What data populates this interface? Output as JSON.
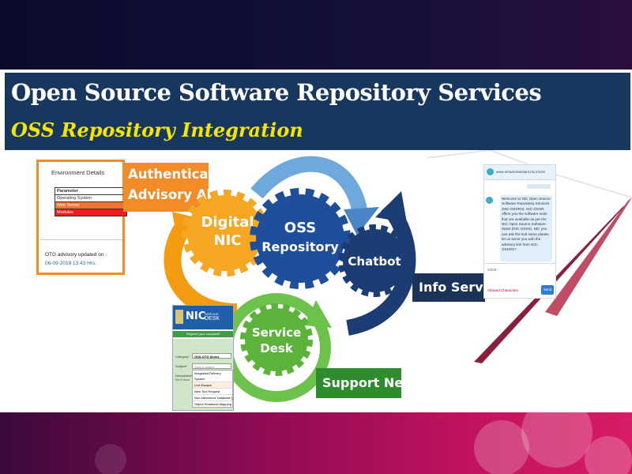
{
  "slide": {
    "title": "Open Source Software Repository Services",
    "subtitle": "OSS Repository Integration"
  },
  "labels": {
    "authentication": "Authentication",
    "advisory_alerts": "Advisory Alerts",
    "info_services": "Info Services",
    "support_needs": "Support Needs"
  },
  "gears": {
    "digital_nic_line1": "Digital",
    "digital_nic_line2": "NIC",
    "oss_repo_line1": "OSS",
    "oss_repo_line2": "Repository",
    "chatbot": "Chatbot",
    "service_desk_line1": "Service",
    "service_desk_line2": "Desk"
  },
  "env_card": {
    "heading": "Environment Details",
    "table_header": "Parameter",
    "rows": [
      "Operating System",
      "Web Server",
      "Modules"
    ],
    "advisory_label": "OTG advisory updated on :",
    "advisory_date": "06-09-2019 13:43 Hrs."
  },
  "chat_card": {
    "header": "www.virtual-assistant.nic.in/oss",
    "message": "Welcome to NIC Open Source Software Repository Services (NIC-OSSRS). NIC-OSSR offers you the software tools that are available as per the NIC Open Source Software Stack (NIC-OSSS). NIC you can ask the tool name please let us serve you with the advisory link from NIC-OSSRS?",
    "input_hint": "0/200",
    "allowed": "Allowed Characters",
    "send": "Send"
  },
  "desk_card": {
    "brand_big": "NIC",
    "brand_small1": "SERVICE",
    "brand_small2": "DESK",
    "bar": "Register your complaint",
    "field1_label": "Category*",
    "field1_value": "OSS-OTG Series",
    "field2_label": "Subject*",
    "field2_value": "Type & search",
    "options": [
      "Integrated Delivery System",
      "Live Escape",
      "New Tool Request",
      "Non Adherence Database (Mig Data)",
      "Object Relational Mapping"
    ],
    "field3_label": "Description*",
    "field3_sub": "Min 5 chars"
  },
  "colors": {
    "banner": "#17375e",
    "subtitle": "#f7e400",
    "orange": "#f28c28",
    "gear_orange": "#f5a623",
    "gear_blue": "#1f4e9b",
    "gear_navy": "#1c3d73",
    "green": "#6cc24a",
    "label_navy": "#1b3358",
    "label_green": "#2e8b2e"
  }
}
